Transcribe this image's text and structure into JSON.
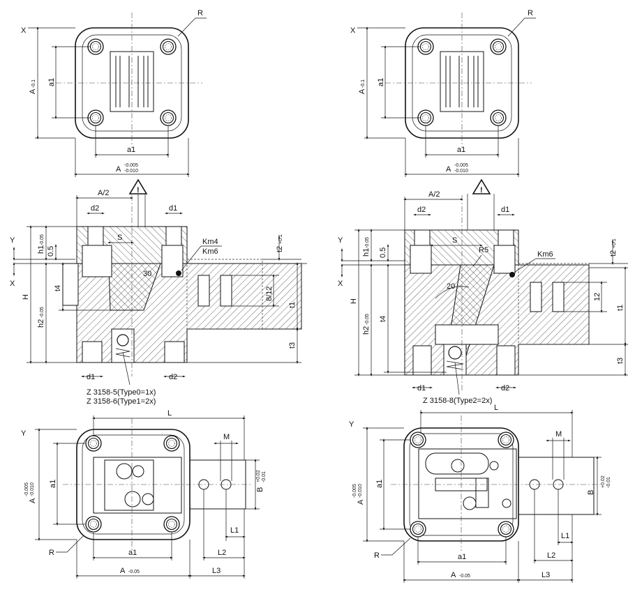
{
  "left": {
    "top": {
      "x": "X",
      "r": "R",
      "a1_v": "a1",
      "a1_h": "a1",
      "A_v": "A",
      "A_v_tol": "-0.1",
      "A_h": "A",
      "A_h_tol_up": "-0.005",
      "A_h_tol_lo": "-0.010"
    },
    "section": {
      "a2": "A/2",
      "warn": "!",
      "d2": "d2",
      "d1": "d1",
      "s": "S",
      "angle": "30",
      "km4": "Km4",
      "km6": "Km6",
      "y": "Y",
      "x": "X",
      "h1": "h1",
      "h1_tol": "-0.05",
      "p05": "0.5",
      "t4": "t4",
      "h": "H",
      "h2": "h2",
      "h2_tol": "-0.05",
      "t2": "t2",
      "t2_tol": "+0.1",
      "p812": "8/12",
      "t1": "t1",
      "t3": "t3",
      "d1b": "d1",
      "d2b": "d2",
      "note1": "Z 3158-5(Type0=1x)",
      "note2": "Z 3158-6(Type1=2x)"
    },
    "bottom": {
      "y": "Y",
      "l": "L",
      "m": "M",
      "a1_v": "a1",
      "a1_h": "a1",
      "A_v": "A",
      "A_v_tol_up": "-0.005",
      "A_v_tol_lo": "-0.010",
      "b": "B",
      "b_tol_up": "+0.02",
      "b_tol_lo": "-0.01",
      "l1": "L1",
      "l2": "L2",
      "l3": "L3",
      "r": "R",
      "A_h": "A",
      "A_h_tol": "-0.05"
    }
  },
  "right": {
    "top": {
      "x": "X",
      "r": "R",
      "a1_v": "a1",
      "a1_h": "a1",
      "A_v": "A",
      "A_v_tol": "-0.1",
      "A_h": "A",
      "A_h_tol_up": "-0.005",
      "A_h_tol_lo": "-0.010"
    },
    "section": {
      "a2": "A/2",
      "warn": "!",
      "d2": "d2",
      "d1": "d1",
      "s": "S",
      "r5": "R5",
      "km6": "Km6",
      "angle": "20",
      "y": "Y",
      "x": "X",
      "h1": "h1",
      "h1_tol": "-0.05",
      "p05": "0.5",
      "t4": "t4",
      "h": "H",
      "h2": "h2",
      "h2_tol": "-0.05",
      "t2": "t2",
      "t2_tol": "+0.1",
      "p12": "12",
      "t1": "t1",
      "t3": "t3",
      "d1b": "d1",
      "d2b": "d2",
      "note1": "Z 3158-8(Type2=2x)"
    },
    "bottom": {
      "y": "Y",
      "l": "L",
      "m": "M",
      "a1_v": "a1",
      "a1_h": "a1",
      "A_v": "A",
      "A_v_tol_up": "-0.005",
      "A_v_tol_lo": "-0.010",
      "b": "B",
      "b_tol_up": "+0.02",
      "b_tol_lo": "-0.01",
      "l1": "L1",
      "l2": "L2",
      "l3": "L3",
      "r": "R",
      "A_h": "A",
      "A_h_tol": "-0.05"
    }
  }
}
